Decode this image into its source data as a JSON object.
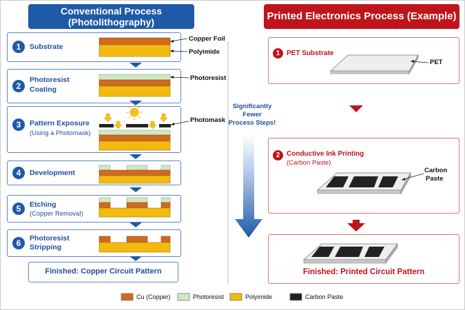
{
  "header_left": {
    "line1": "Conventional Process",
    "line2": "(Photolithography)"
  },
  "header_right": {
    "title": "Printed Electronics Process (Example)"
  },
  "conventional_steps": [
    {
      "num": "1",
      "label": "Substrate",
      "sub": ""
    },
    {
      "num": "2",
      "label": "Photoresist",
      "sub": "Coating"
    },
    {
      "num": "3",
      "label": "Pattern Exposure",
      "sub": "(Using a Photomask)"
    },
    {
      "num": "4",
      "label": "Development",
      "sub": ""
    },
    {
      "num": "5",
      "label": "Etching",
      "sub": "(Copper Removal)"
    },
    {
      "num": "6",
      "label": "Photoresist",
      "sub": "Stripping"
    }
  ],
  "conventional_finished": "Finished: Copper Circuit Pattern",
  "callouts": {
    "copper_foil": "Copper Foil",
    "polyimide": "Polyimide",
    "photoresist": "Photoresist",
    "photomask": "Photomask",
    "pet": "PET",
    "carbon_line1": "Carbon",
    "carbon_line2": "Paste"
  },
  "middle_note": {
    "line1": "Significantly",
    "line2": "Fewer",
    "line3": "Process Steps!"
  },
  "printed_steps": [
    {
      "num": "1",
      "label": "PET Substrate",
      "sub": ""
    },
    {
      "num": "2",
      "label": "Conductive Ink Printing",
      "sub": "(Carbon Paste)"
    }
  ],
  "printed_finished": "Finished: Printed Circuit Pattern",
  "legend": [
    {
      "label": "Cu (Copper)",
      "color": "#d2691e"
    },
    {
      "label": "Photoresist",
      "color": "#cfe8c4"
    },
    {
      "label": "Polyimide",
      "color": "#f2b90f"
    },
    {
      "label": "Carbon Paste",
      "color": "#222222"
    }
  ],
  "colors": {
    "blue": "#1f5aa8",
    "red": "#c0141b",
    "copper": "#d2691e",
    "resist": "#cfe8c4",
    "polyimide": "#f2b90f",
    "carbon": "#222222",
    "pet": "#eeeeee"
  }
}
